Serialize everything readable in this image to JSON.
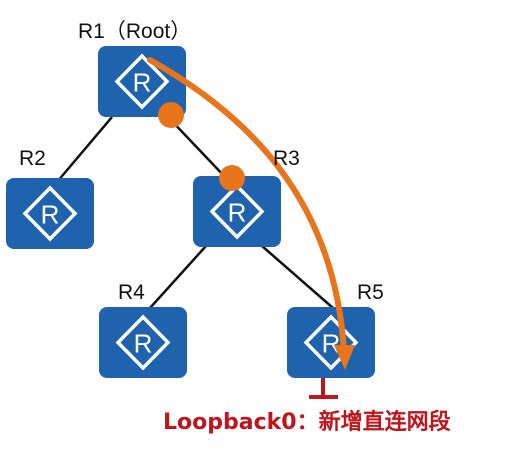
{
  "routers": [
    {
      "id": "r1",
      "label": "R1（Root）",
      "icon": "router-icon"
    },
    {
      "id": "r2",
      "label": "R2",
      "icon": "router-icon"
    },
    {
      "id": "r3",
      "label": "R3",
      "icon": "router-icon"
    },
    {
      "id": "r4",
      "label": "R4",
      "icon": "router-icon"
    },
    {
      "id": "r5",
      "label": "R5",
      "icon": "router-icon"
    }
  ],
  "links": [
    [
      "r1",
      "r2"
    ],
    [
      "r1",
      "r3"
    ],
    [
      "r3",
      "r4"
    ],
    [
      "r3",
      "r5"
    ]
  ],
  "annotation": "Loopback0：新增直连网段",
  "colors": {
    "router_fill": "#1f62ad",
    "router_symbol": "#ffffff",
    "link": "#111111",
    "arrow": "#e8741c",
    "marker": "#e8741c",
    "loopback": "#c0151c",
    "annotation_text": "#c0151c"
  }
}
